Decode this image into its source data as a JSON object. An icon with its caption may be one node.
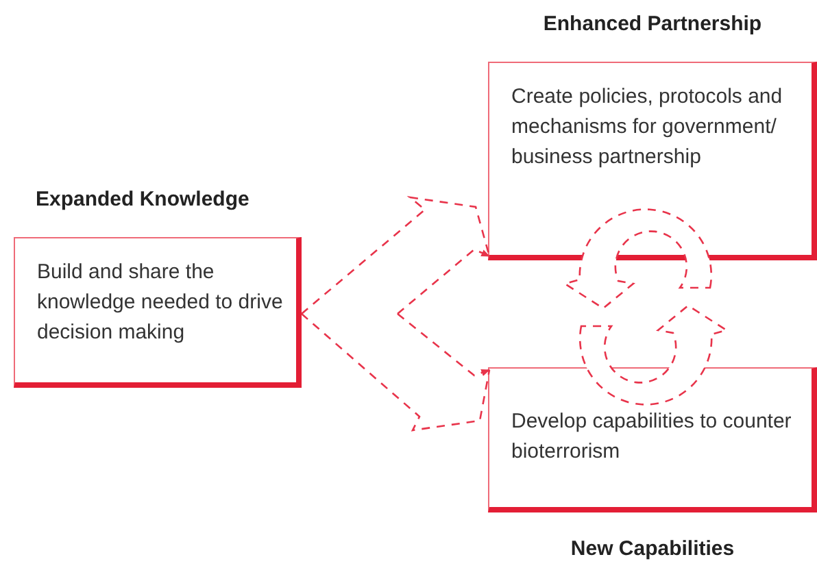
{
  "diagram": {
    "nodes": [
      {
        "text": [
          "Expanded Knowledge",
          "Build and share the knowledge needed to drive decision making"
        ]
      },
      {
        "text": [
          "Enhanced Partnership",
          "Create policies, protocols and mechanisms for government/ business partnership"
        ]
      },
      {
        "text": [
          "Develop capabilities to counter bioterrorism",
          "New Capabilities"
        ]
      }
    ],
    "edges": [
      {
        "from": 0,
        "to": 1,
        "arrow": "to",
        "style": "dashed"
      },
      {
        "from": 0,
        "to": 2,
        "arrow": "to",
        "style": "dashed"
      },
      {
        "from": 1,
        "to": 2,
        "arrow": "to",
        "style": "dashed"
      },
      {
        "from": 2,
        "to": 1,
        "arrow": "to",
        "style": "dashed"
      }
    ]
  }
}
